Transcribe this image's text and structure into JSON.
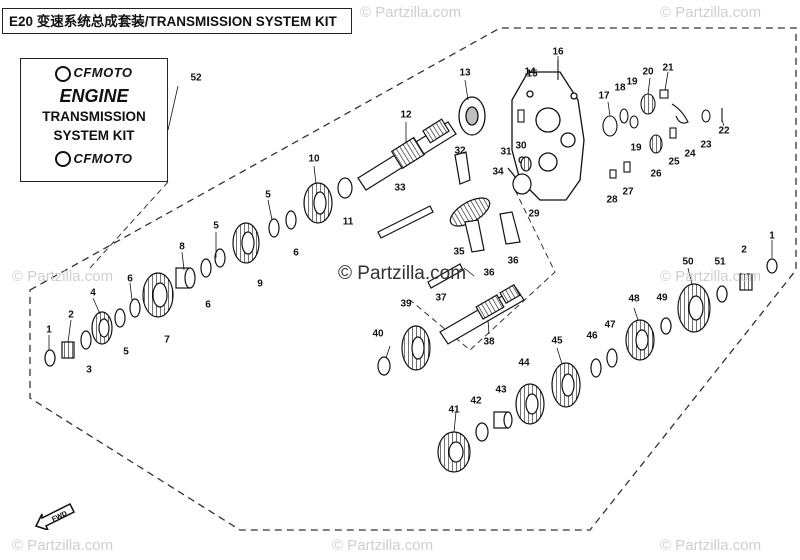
{
  "header": {
    "title": "E20 变速系统总成套装/TRANSMISSION SYSTEM KIT"
  },
  "kit_card": {
    "brand_top": "CFMOTO",
    "heading": "ENGINE",
    "line1": "TRANSMISSION",
    "line2": "SYSTEM KIT",
    "brand_bottom": "CFMOTO"
  },
  "watermark": {
    "text": "© Partzilla.com",
    "center_text": "© Partzilla.com"
  },
  "fwd_label": "FWD",
  "callouts": [
    "1",
    "2",
    "3",
    "4",
    "5",
    "6",
    "7",
    "8",
    "5",
    "6",
    "9",
    "5",
    "6",
    "10",
    "11",
    "12",
    "13",
    "14",
    "15",
    "16",
    "17",
    "18",
    "19",
    "20",
    "21",
    "22",
    "23",
    "24",
    "25",
    "26",
    "19",
    "27",
    "28",
    "29",
    "30",
    "31",
    "32",
    "33",
    "34",
    "35",
    "36",
    "36",
    "37",
    "38",
    "39",
    "40",
    "41",
    "42",
    "43",
    "44",
    "45",
    "46",
    "47",
    "48",
    "49",
    "50",
    "51",
    "2",
    "1",
    "52"
  ],
  "colors": {
    "line": "#111111",
    "part_fill": "#ffffff",
    "shade": "#bfbfbf",
    "watermark": "#cfcfcf"
  }
}
